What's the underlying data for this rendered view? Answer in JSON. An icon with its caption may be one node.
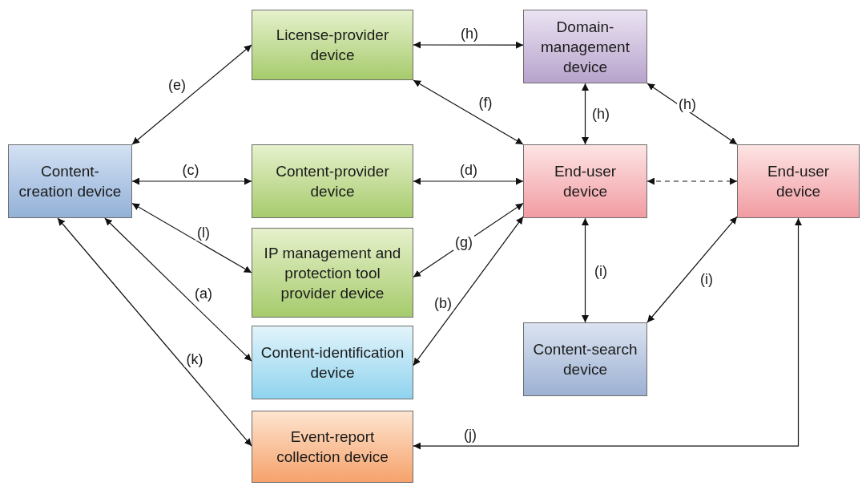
{
  "diagram": {
    "nodes": [
      {
        "text": [
          "Content-creation device"
        ]
      },
      {
        "text": [
          "License-provider device"
        ]
      },
      {
        "text": [
          "Domain-management device"
        ]
      },
      {
        "text": [
          "Content-provider device"
        ]
      },
      {
        "text": [
          "End-user device"
        ]
      },
      {
        "text": [
          "End-user device"
        ]
      },
      {
        "text": [
          "IP management and protection tool provider device"
        ]
      },
      {
        "text": [
          "Content-identification device"
        ]
      },
      {
        "text": [
          "Content-search device"
        ]
      },
      {
        "text": [
          "Event-report collection device"
        ]
      }
    ],
    "edges": [
      {
        "from": 0,
        "to": 1,
        "arrow": "both",
        "label": "(e)"
      },
      {
        "from": 1,
        "to": 2,
        "arrow": "both",
        "label": "(h)"
      },
      {
        "from": 1,
        "to": 4,
        "arrow": "both",
        "label": "(f)"
      },
      {
        "from": 2,
        "to": 4,
        "arrow": "both",
        "label": "(h)"
      },
      {
        "from": 2,
        "to": 5,
        "arrow": "both",
        "label": "(h)"
      },
      {
        "from": 0,
        "to": 3,
        "arrow": "both",
        "label": "(c)"
      },
      {
        "from": 3,
        "to": 4,
        "arrow": "both",
        "label": "(d)"
      },
      {
        "from": 4,
        "to": 5,
        "arrow": "both",
        "style": "dashed"
      },
      {
        "from": 0,
        "to": 6,
        "arrow": "both",
        "label": "(l)"
      },
      {
        "from": 6,
        "to": 4,
        "arrow": "both",
        "label": "(g)"
      },
      {
        "from": 0,
        "to": 7,
        "arrow": "both",
        "label": "(a)"
      },
      {
        "from": 7,
        "to": 4,
        "arrow": "both",
        "label": "(b)"
      },
      {
        "from": 0,
        "to": 9,
        "arrow": "both",
        "label": "(k)"
      },
      {
        "from": 4,
        "to": 8,
        "arrow": "both",
        "label": "(i)"
      },
      {
        "from": 8,
        "to": 5,
        "arrow": "both",
        "label": "(i)"
      },
      {
        "from": 5,
        "to": 9,
        "arrow": "both",
        "label": "(j)"
      }
    ]
  }
}
